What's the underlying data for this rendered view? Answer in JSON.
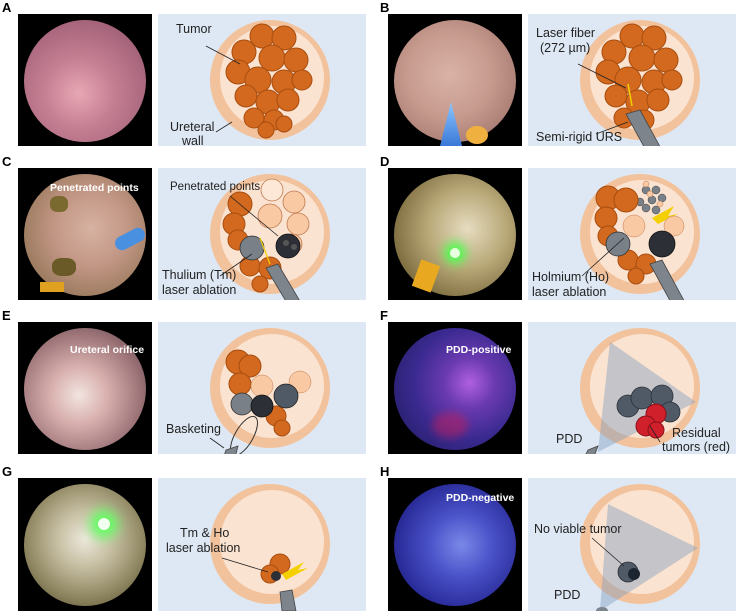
{
  "figure": {
    "panels": [
      {
        "id": "A",
        "photo_labels": [],
        "diagram_labels": [
          "Tumor",
          "Ureteral",
          "wall"
        ]
      },
      {
        "id": "B",
        "photo_labels": [],
        "diagram_labels": [
          "Laser fiber",
          "(272 µm)",
          "Semi-rigid URS"
        ]
      },
      {
        "id": "C",
        "photo_labels": [
          "Penetrated points"
        ],
        "diagram_labels": [
          "Penetrated points",
          "Thulium (Tm)",
          "laser ablation"
        ]
      },
      {
        "id": "D",
        "photo_labels": [],
        "diagram_labels": [
          "Holmium (Ho)",
          "laser ablation"
        ]
      },
      {
        "id": "E",
        "photo_labels": [
          "Ureteral orifice"
        ],
        "diagram_labels": [
          "Basketing"
        ]
      },
      {
        "id": "F",
        "photo_labels": [
          "PDD-positive"
        ],
        "diagram_labels": [
          "PDD",
          "Residual",
          "tumors (red)"
        ]
      },
      {
        "id": "G",
        "photo_labels": [],
        "diagram_labels": [
          "Tm & Ho",
          "laser ablation"
        ]
      },
      {
        "id": "H",
        "photo_labels": [
          "PDD-negative"
        ],
        "diagram_labels": [
          "No viable tumor",
          "PDD"
        ]
      }
    ],
    "colors": {
      "diagram_bg": "#dde8f4",
      "tumor": "#d2691e",
      "tumor_light": "#f4b88c",
      "wall": "#f2c9a5",
      "ablated": "#505a66",
      "residual_red": "#d0202c",
      "laser_yellow": "#f5d000"
    }
  }
}
